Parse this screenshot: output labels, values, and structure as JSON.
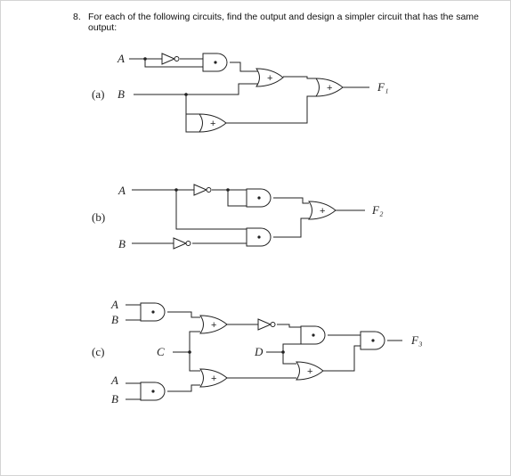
{
  "question": {
    "number": "8.",
    "text": "For each of the following circuits, find the output and design a simpler circuit that has the same output:"
  },
  "circuits": {
    "a": {
      "label": "(a)",
      "inputs": [
        "A",
        "B"
      ],
      "output": "F₁",
      "gate_symbols": {
        "and": "•",
        "or": "+"
      }
    },
    "b": {
      "label": "(b)",
      "inputs": [
        "A",
        "B"
      ],
      "output": "F₂"
    },
    "c": {
      "label": "(c)",
      "inputs": [
        "A",
        "B",
        "C",
        "D",
        "A",
        "B"
      ],
      "output": "F₃"
    }
  }
}
